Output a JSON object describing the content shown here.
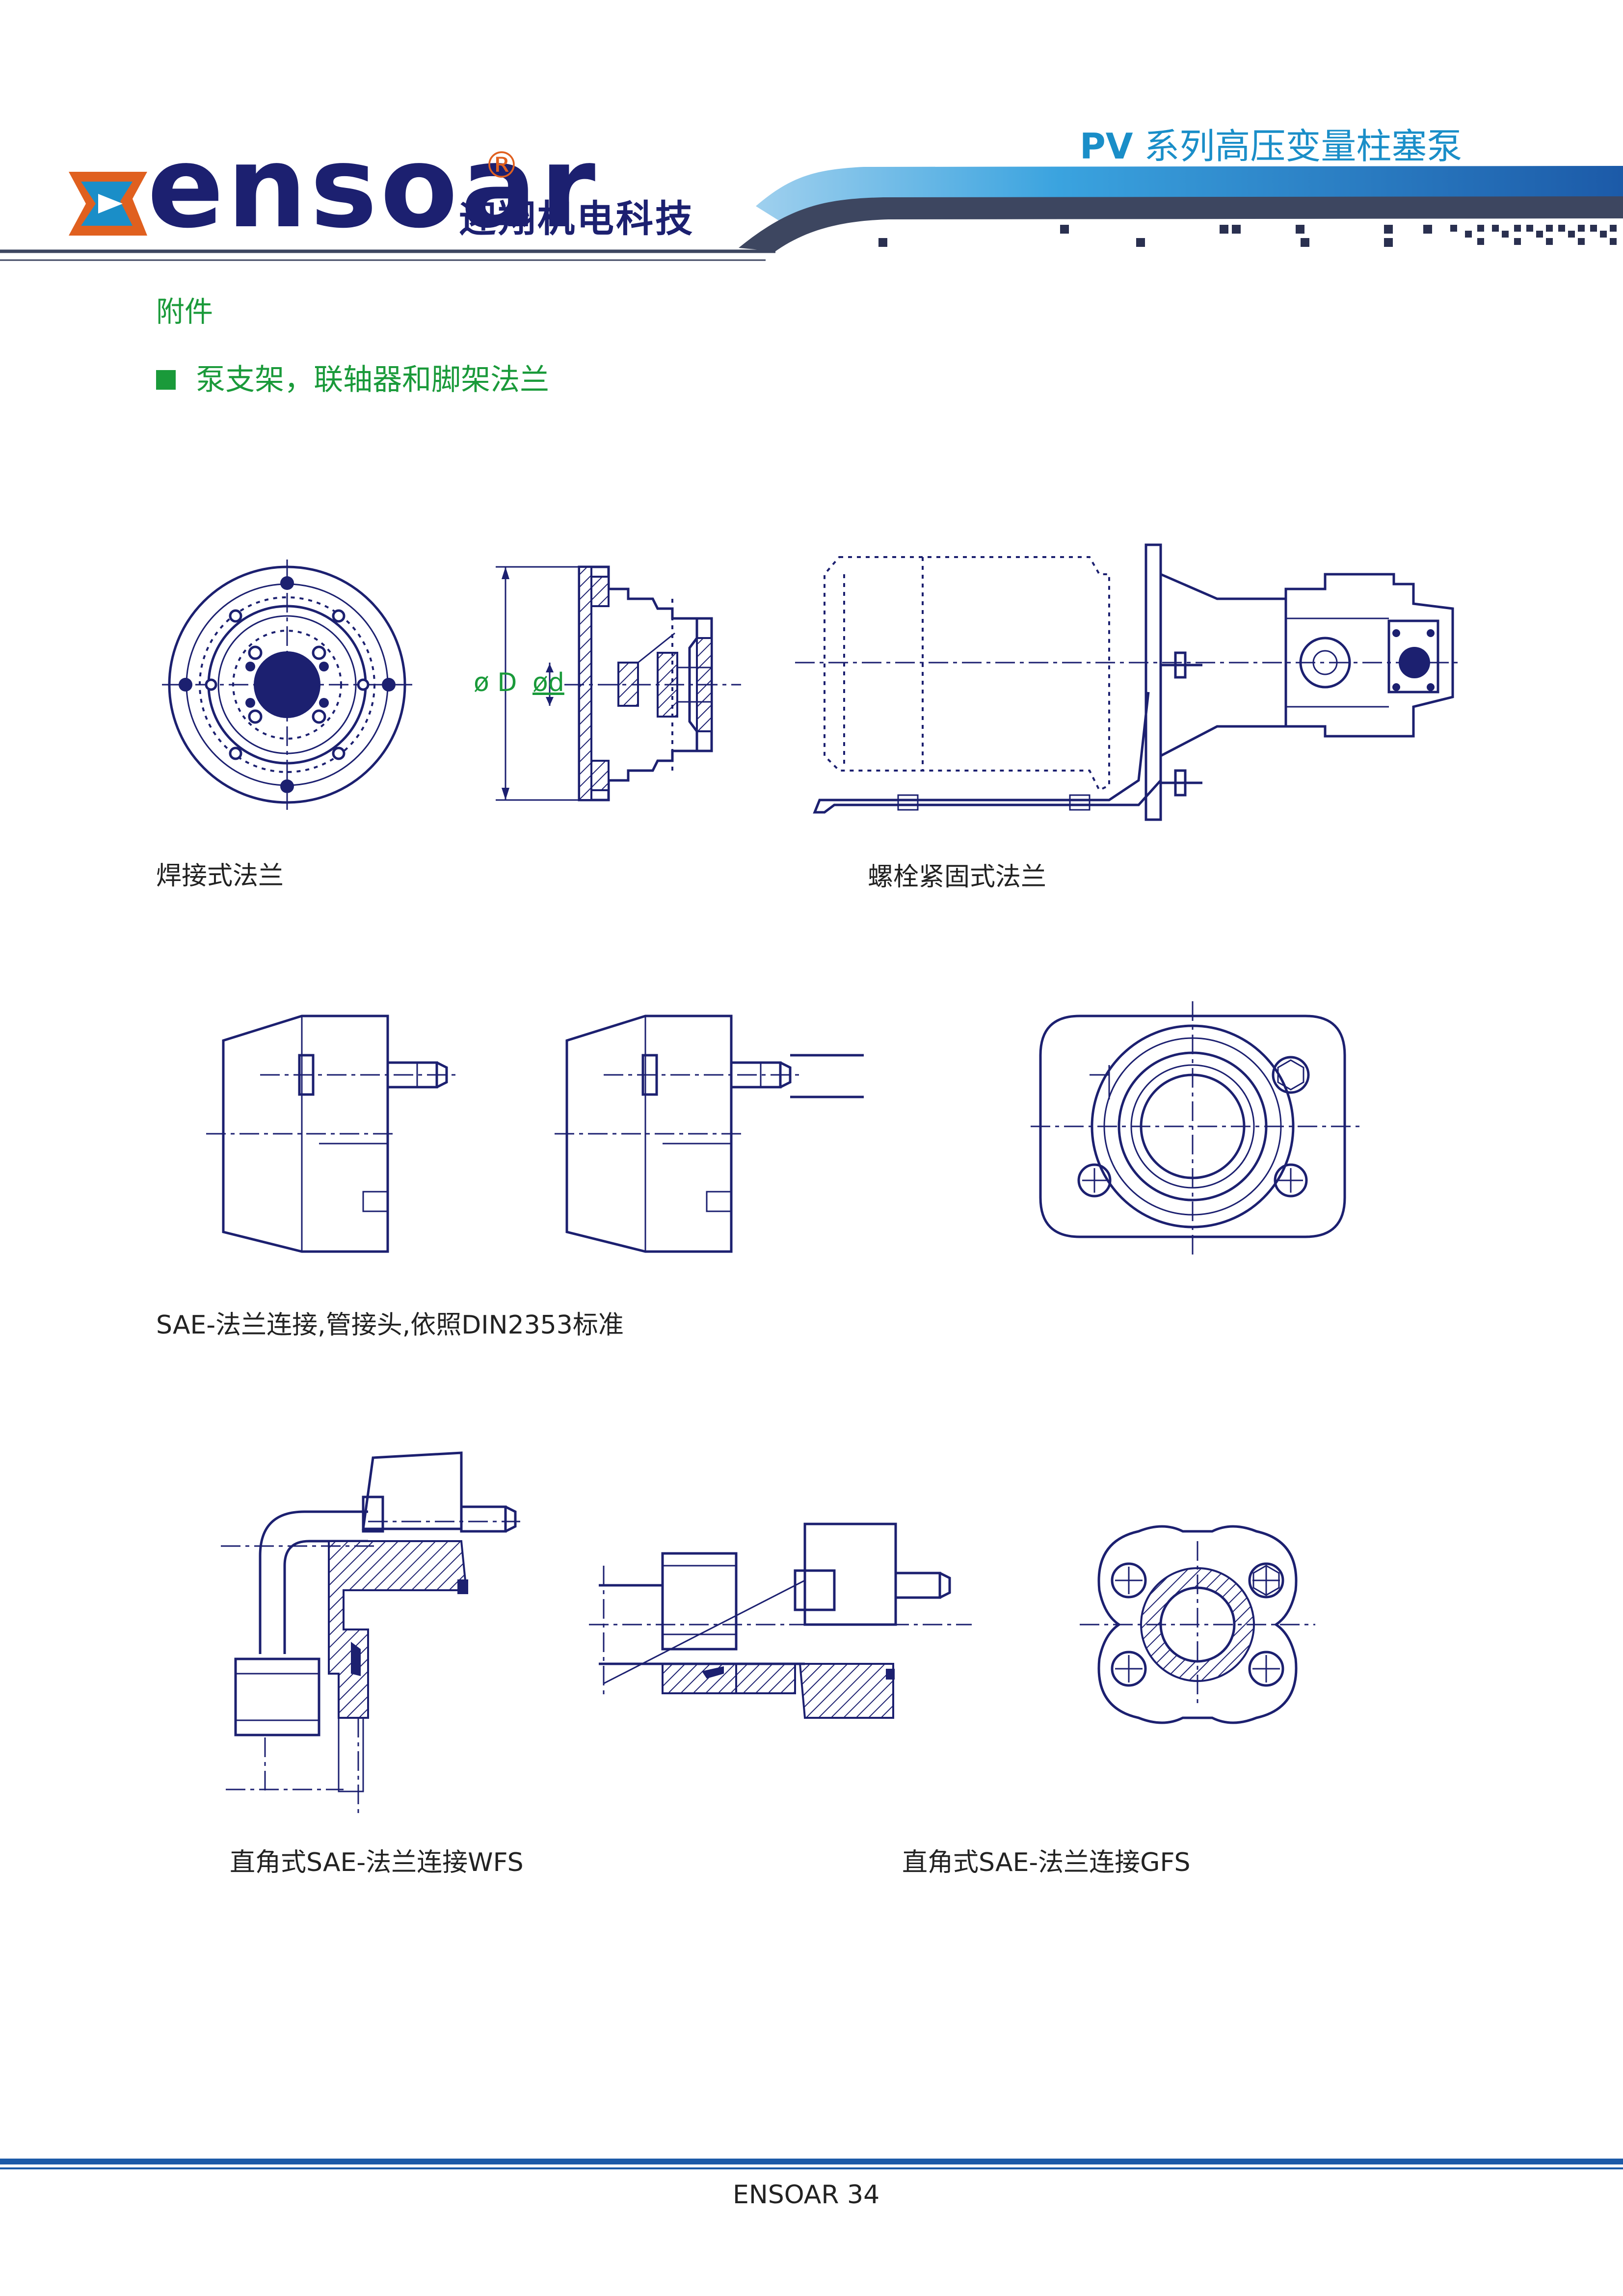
{
  "header": {
    "logo_wordmark": "ensoar",
    "registered_mark": "®",
    "company_name": "迎翔机电科技",
    "series_prefix": "PV",
    "series_title": "系列高压变量柱塞泵",
    "accent_color": "#1a8ec8",
    "brand_color": "#e0601f"
  },
  "section": {
    "title": "附件",
    "subtitle": "泵支架，联轴器和脚架法兰",
    "subtitle_color": "#1a9a3a"
  },
  "figures": {
    "dim_label_D": "ø D",
    "dim_label_d": "ød",
    "caption_welded_flange": "焊接式法兰",
    "caption_bolted_flange": "螺栓紧固式法兰",
    "caption_sae_pipe": "SAE-法兰连接,管接头,依照DIN2353标准",
    "caption_wfs": "直角式SAE-法兰连接WFS",
    "caption_gfs": "直角式SAE-法兰连接GFS"
  },
  "footer": {
    "brand": "ENSOAR",
    "page_number": "34"
  }
}
